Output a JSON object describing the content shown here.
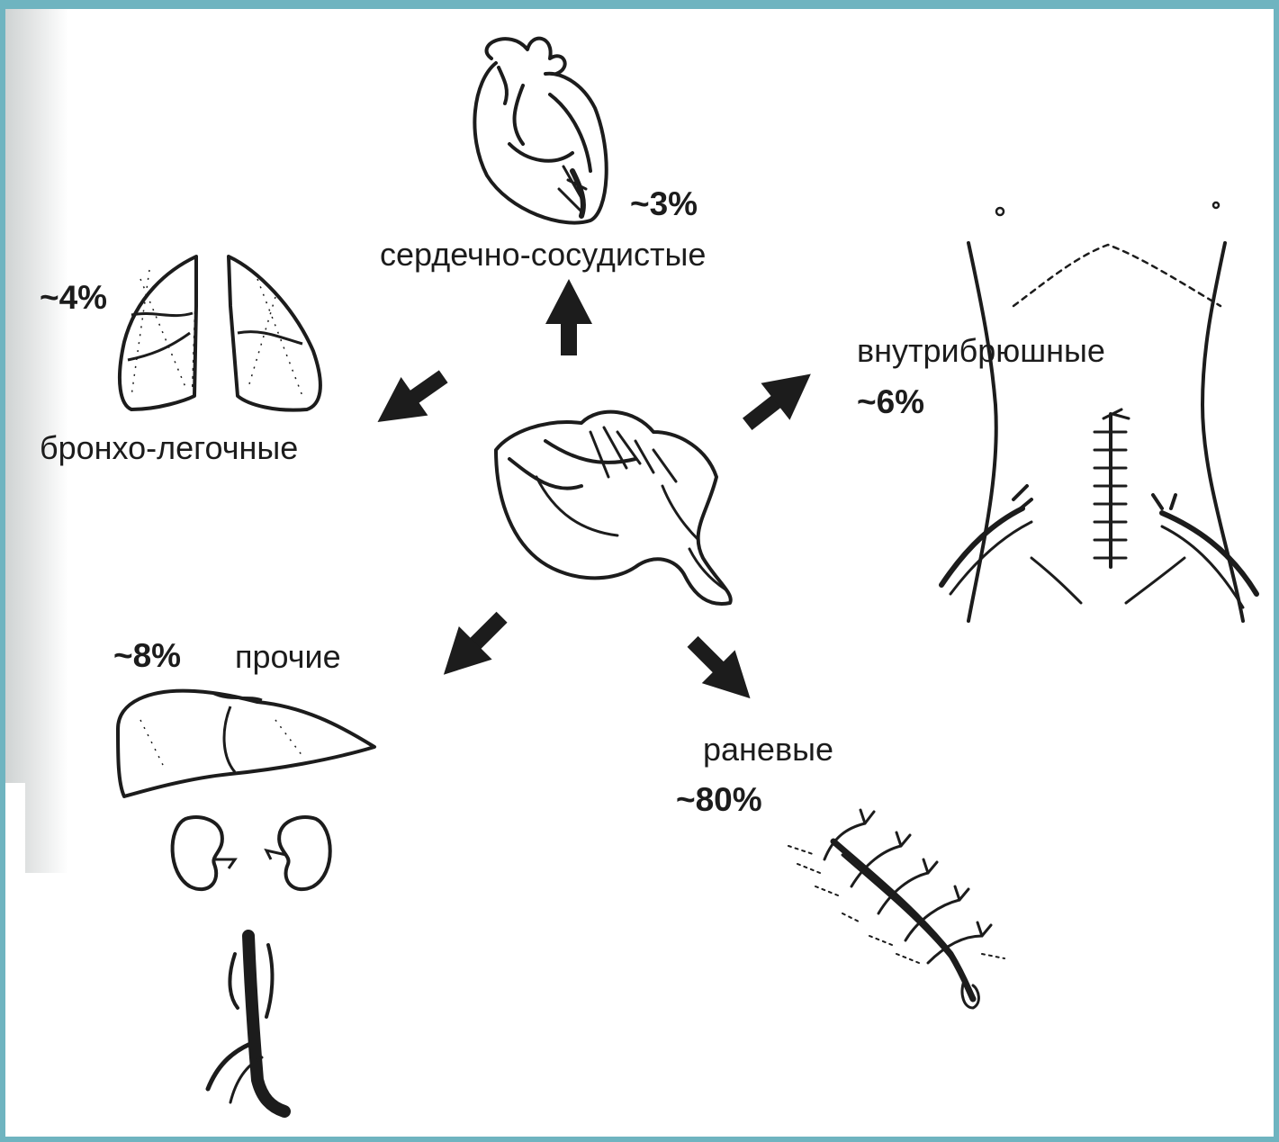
{
  "categories": [
    {
      "id": "cardio",
      "name": "сердечно-сосудистые",
      "percent": "~3%"
    },
    {
      "id": "broncho",
      "name": "бронхо-легочные",
      "percent": "~4%"
    },
    {
      "id": "abdominal",
      "name": "внутрибрюшные",
      "percent": "~6%"
    },
    {
      "id": "other",
      "name": "прочие",
      "percent": "~8%"
    },
    {
      "id": "wound",
      "name": "раневые",
      "percent": "~80%"
    }
  ],
  "colors": {
    "ink": "#1c1c1c",
    "page": "#ffffff",
    "border": "#6fb4c0"
  },
  "icons": [
    "heart-icon",
    "lungs-icon",
    "abdomen-icon",
    "stomach-icon",
    "liver-icon",
    "kidney-icon",
    "vessel-icon",
    "wound-suture-icon"
  ]
}
